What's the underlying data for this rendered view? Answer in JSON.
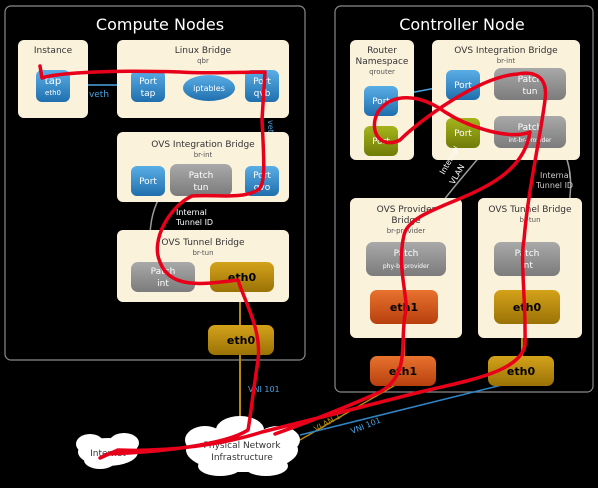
{
  "regions": {
    "compute_title": "Compute Nodes",
    "controller_title": "Controller Node"
  },
  "compute": {
    "instance": {
      "title": "Instance",
      "tap_line1": "tap",
      "tap_line2": "eth0"
    },
    "linux_bridge": {
      "title": "Linux Bridge",
      "subtitle": "qbr",
      "port_tap_1": "Port",
      "port_tap_2": "tap",
      "iptables": "iptables",
      "port_qvb_1": "Port",
      "port_qvb_2": "qvb"
    },
    "veth_label": "veth",
    "veth_vertical": "veth",
    "ovs_int": {
      "title": "OVS Integration Bridge",
      "subtitle": "br-int",
      "port": "Port",
      "patch_1": "Patch",
      "patch_2": "tun",
      "port_qvo_1": "Port",
      "port_qvo_2": "qvo"
    },
    "internal_tunnel_1": "Internal",
    "internal_tunnel_2": "Tunnel ID",
    "ovs_tun": {
      "title": "OVS Tunnel Bridge",
      "subtitle": "br-tun",
      "patch_1": "Patch",
      "patch_2": "int",
      "eth0": "eth0"
    },
    "eth0": "eth0",
    "vni_label": "VNI 101"
  },
  "controller": {
    "router_ns": {
      "title_1": "Router",
      "title_2": "Namespace",
      "subtitle": "qrouter",
      "port_top": "Port",
      "port_bottom": "Port"
    },
    "ovs_int": {
      "title": "OVS Integration Bridge",
      "subtitle": "br-int",
      "port_top": "Port",
      "patch_tun_1": "Patch",
      "patch_tun_2": "tun",
      "port_bottom": "Port",
      "patch_prov_1": "Patch",
      "patch_prov_2": "int-br-provider"
    },
    "internal_vlan_1": "Internal",
    "internal_vlan_2": "VLAN",
    "internal_tunnel_1": "Internal",
    "internal_tunnel_2": "Tunnel ID",
    "ovs_provider": {
      "title_1": "OVS Provider",
      "title_2": "Bridge",
      "subtitle": "br-provider",
      "patch_1": "Patch",
      "patch_2": "phy-br-provider",
      "eth1": "eth1"
    },
    "ovs_tun": {
      "title": "OVS Tunnel Bridge",
      "subtitle": "br-tun",
      "patch_1": "Patch",
      "patch_2": "int",
      "eth0": "eth0"
    },
    "eth1": "eth1",
    "eth0": "eth0"
  },
  "network": {
    "internet": "Internet",
    "physical_1": "Physical Network",
    "physical_2": "Infrastructure",
    "vlan_label": "VLAN 1",
    "vni_label": "VNI 101"
  },
  "colors": {
    "background": "#000000",
    "node_border": "#8a8a8a",
    "panel": "#fbf2dc",
    "port_blue": "#2f86c6",
    "patch_gray": "#8e8e8e",
    "nic_gold": "#b88a0a",
    "nic_orange": "#d5581c",
    "olive": "#8a9a10",
    "flow_red": "#e8001a",
    "link_blue": "#4aa3e0",
    "cloud": "#ffffff"
  }
}
